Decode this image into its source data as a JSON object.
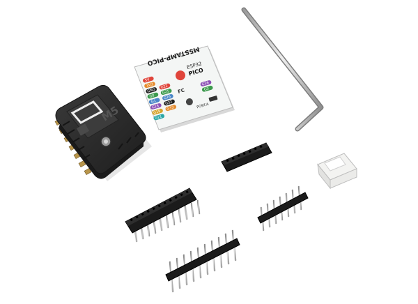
{
  "module": {
    "brand_mark": "M5"
  },
  "sticker": {
    "product_name": "M5STAMP-PICO",
    "chip_label": "ESP32",
    "model_label": "PICO",
    "port_label": "PORT.A",
    "pin_labels": [
      "5V",
      "3V3",
      "GND",
      "G0",
      "G1",
      "G18",
      "G19",
      "G21",
      "G22",
      "G25",
      "G26",
      "G32",
      "G33",
      "G36",
      "G3"
    ]
  },
  "colors": {
    "module_body": "#2b2b2b",
    "gold_pad": "#b8954a",
    "header_plastic": "#1b1b1b",
    "pin_metal": "#c9c9c9",
    "connector_white": "#f3f3f1",
    "wrench_metal": "#bdbdbd"
  }
}
